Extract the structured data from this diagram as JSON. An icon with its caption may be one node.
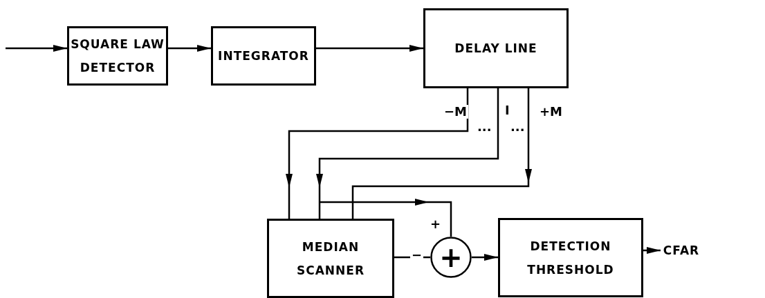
{
  "diagram": {
    "nodes": [
      {
        "text": [
          "SQUARE LAW DETECTOR"
        ]
      },
      {
        "text": [
          "INTEGRATOR"
        ]
      },
      {
        "text": [
          "DELAY LINE"
        ]
      },
      {
        "text": [
          "MEDIAN SCANNER"
        ]
      },
      {
        "text": [
          "+"
        ]
      },
      {
        "text": [
          "DETECTION THRESHOLD"
        ]
      },
      {
        "text": [
          "CFAR"
        ]
      }
    ],
    "edges": [
      {
        "from": null,
        "to": 0,
        "arrow": "to"
      },
      {
        "from": 0,
        "to": 1,
        "arrow": "to"
      },
      {
        "from": 1,
        "to": 2,
        "arrow": "to"
      },
      {
        "from": 2,
        "to": 3,
        "arrow": "to",
        "label": "−M"
      },
      {
        "from": 2,
        "to": 3,
        "arrow": "to",
        "label": "I"
      },
      {
        "from": 2,
        "to": 3,
        "arrow": "to",
        "label": "+M"
      },
      {
        "from": 3,
        "to": 4,
        "arrow": "to",
        "label": "+"
      },
      {
        "from": 3,
        "to": 4,
        "arrow": "none",
        "label": "−"
      },
      {
        "from": 4,
        "to": 5,
        "arrow": "to"
      },
      {
        "from": 5,
        "to": 6,
        "arrow": "to"
      }
    ],
    "labels": [
      "...",
      "..."
    ]
  }
}
